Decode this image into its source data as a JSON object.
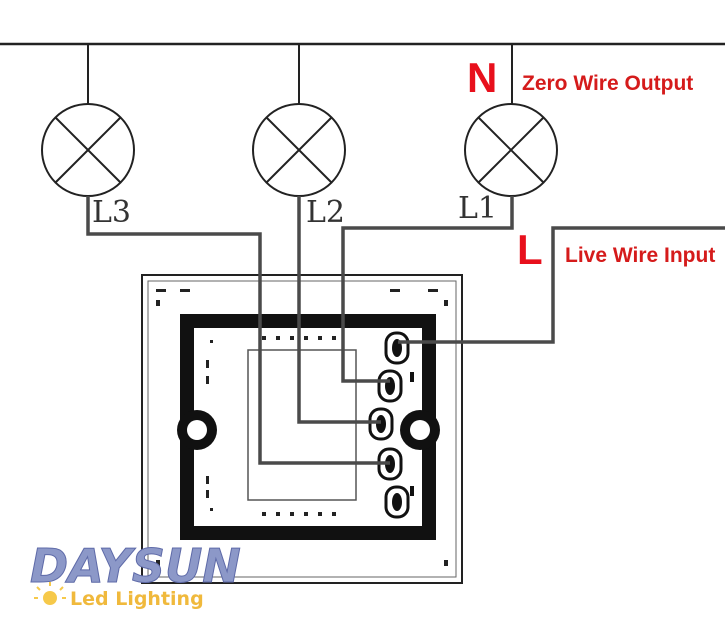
{
  "lamps": [
    {
      "id": "L3",
      "label": "L3"
    },
    {
      "id": "L2",
      "label": "L2"
    },
    {
      "id": "L1",
      "label": "L1"
    }
  ],
  "neutral": {
    "letter": "N",
    "caption": "Zero Wire Output"
  },
  "live": {
    "letter": "L",
    "caption": "Live Wire Input"
  },
  "watermark": {
    "brand": "DAYSUN",
    "tagline": "Led Lighting"
  },
  "colors": {
    "wire": "#4a4a4a",
    "accent": "#e8101c",
    "frame": "#111111"
  }
}
